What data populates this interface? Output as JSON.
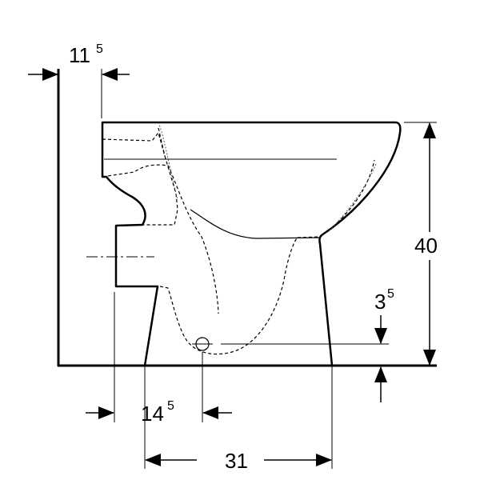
{
  "title": "Floor-standing WC side elevation dimension drawing",
  "dimensions": {
    "wall_offset": {
      "main": "11",
      "sup": "5"
    },
    "height": {
      "main": "40"
    },
    "outlet_height": {
      "main": "3",
      "sup": "5"
    },
    "outlet_from_wall": {
      "main": "14",
      "sup": "5"
    },
    "base_depth": {
      "main": "31"
    }
  },
  "colors": {
    "line": "#000000",
    "hidden_line": "#000000",
    "background": "#ffffff"
  }
}
